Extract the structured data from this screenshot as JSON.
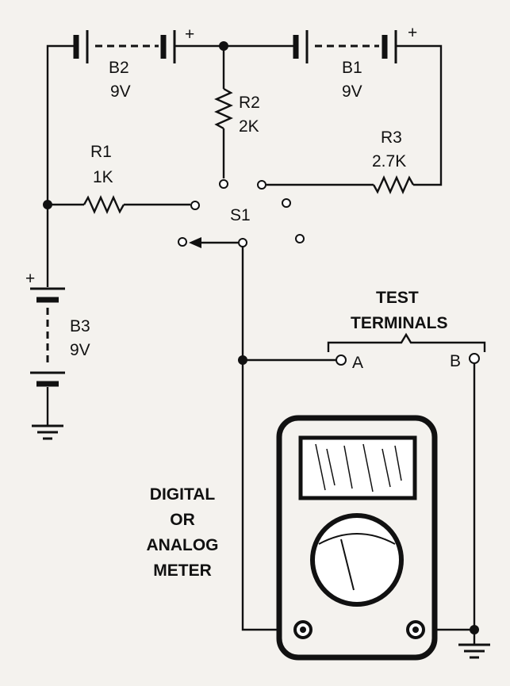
{
  "batteries": {
    "b2": {
      "name": "B2",
      "voltage": "9V",
      "polarity": "+"
    },
    "b1": {
      "name": "B1",
      "voltage": "9V",
      "polarity": "+"
    },
    "b3": {
      "name": "B3",
      "voltage": "9V",
      "polarity": "+"
    }
  },
  "resistors": {
    "r1": {
      "name": "R1",
      "value": "1K"
    },
    "r2": {
      "name": "R2",
      "value": "2K"
    },
    "r3": {
      "name": "R3",
      "value": "2.7K"
    }
  },
  "switch": {
    "name": "S1"
  },
  "test_terminals": {
    "title_line1": "TEST",
    "title_line2": "TERMINALS",
    "a": "A",
    "b": "B"
  },
  "meter": {
    "line1": "DIGITAL",
    "line2": "OR",
    "line3": "ANALOG",
    "line4": "METER"
  },
  "colors": {
    "ink": "#111111",
    "paper": "#f4f2ee"
  }
}
